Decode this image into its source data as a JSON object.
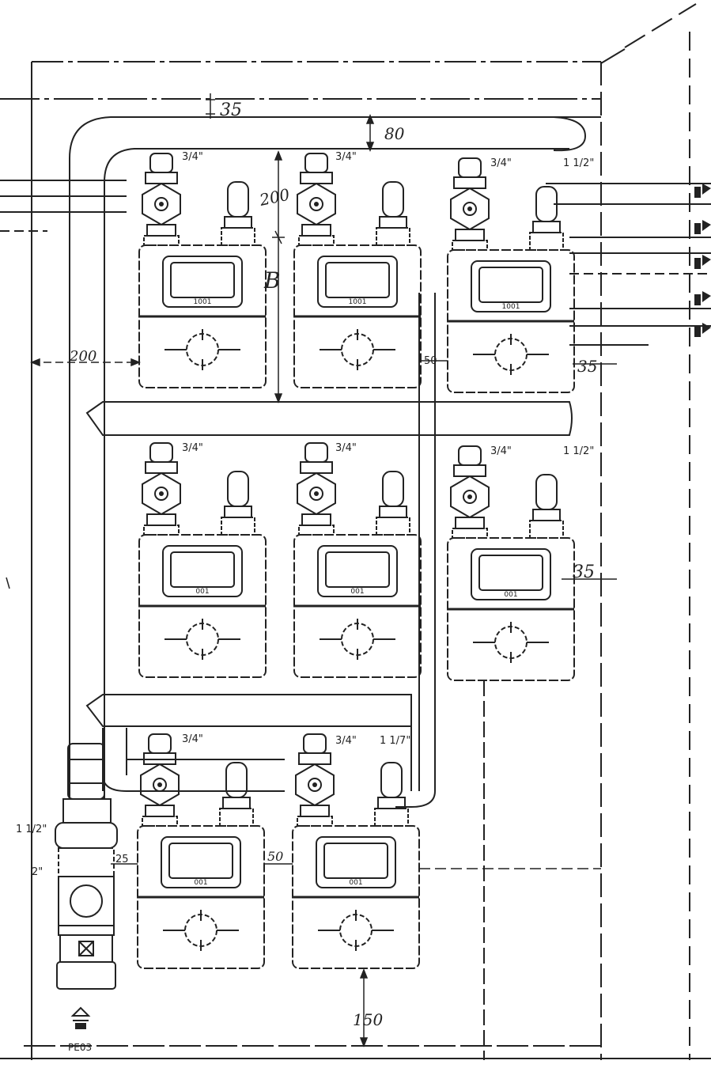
{
  "title": "",
  "dimensions": {
    "d35_top": "35",
    "d80": "80",
    "d200_vertical": "200",
    "label_b": "B",
    "d200_horizontal": "200",
    "d35_right_a": "35",
    "d35_right_b": "35",
    "d50_upper": "50",
    "d25": "25",
    "d50_lower": "50",
    "d150": "150"
  },
  "pipe_sizes": {
    "valve_size": "3/4\"",
    "riser_size": "1 1/2\"",
    "riser_size_lower": "1 1/7\"",
    "main_inlet": "1 1/2\"",
    "main_inlet_2": "2\""
  },
  "meters": [
    {
      "row": 1,
      "col": 1,
      "plate": "1001"
    },
    {
      "row": 1,
      "col": 2,
      "plate": "1001"
    },
    {
      "row": 1,
      "col": 3,
      "plate": "1001"
    },
    {
      "row": 2,
      "col": 1,
      "plate": "001"
    },
    {
      "row": 2,
      "col": 2,
      "plate": "001"
    },
    {
      "row": 2,
      "col": 3,
      "plate": "001"
    },
    {
      "row": 3,
      "col": 1,
      "plate": "001"
    },
    {
      "row": 3,
      "col": 2,
      "plate": "001"
    }
  ],
  "footer_label": "PE03",
  "colors": {
    "ink": "#222222",
    "paper": "#ffffff",
    "faint": "#888888"
  }
}
